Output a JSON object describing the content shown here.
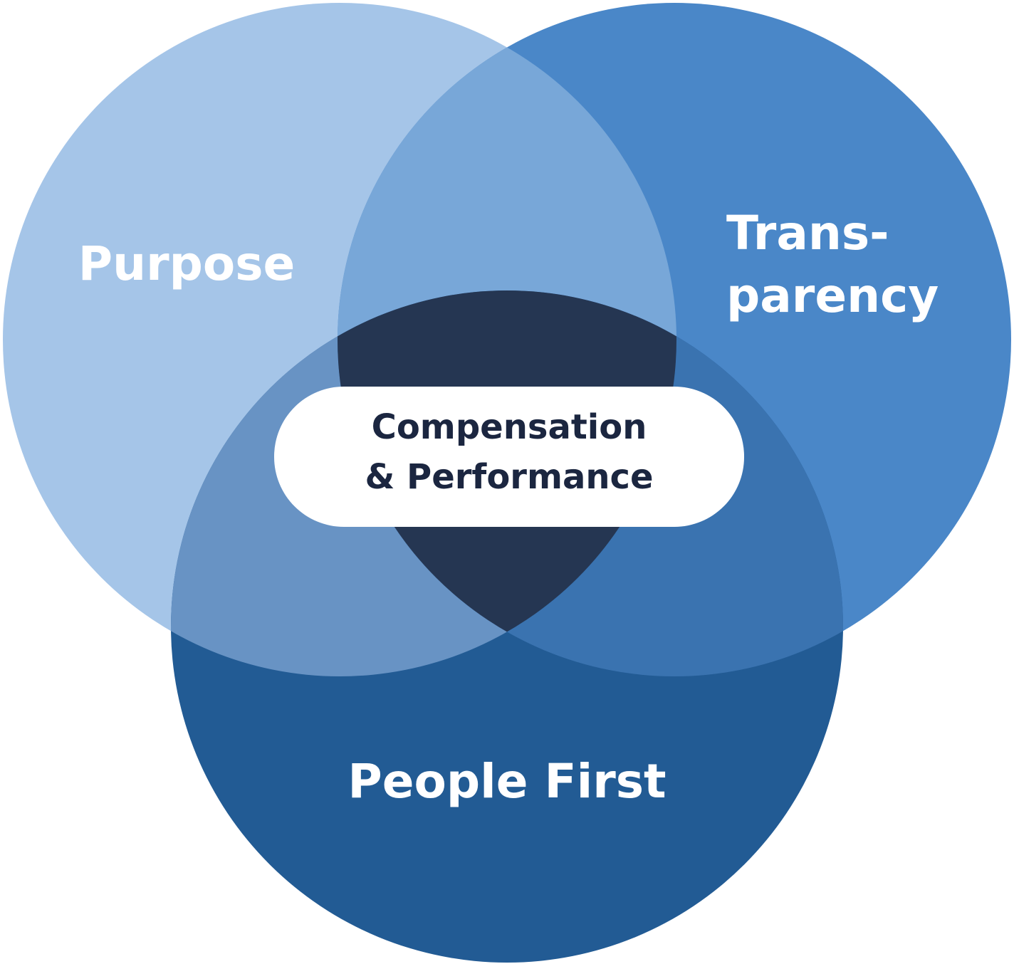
{
  "circles": {
    "purpose": {
      "label": "Purpose",
      "color": "#a5c5e8"
    },
    "transparency": {
      "label_line1": "Trans-",
      "label_line2": "parency",
      "color": "#4a87c8"
    },
    "people_first": {
      "label": "People First",
      "color": "#225b94"
    }
  },
  "overlaps": {
    "purpose_transparency": "#78a7d8",
    "purpose_people": "#6893c4",
    "transparency_people": "#3a73b0",
    "all_three": "#253652"
  },
  "center": {
    "line1": "Compensation",
    "line2": "& Performance"
  }
}
